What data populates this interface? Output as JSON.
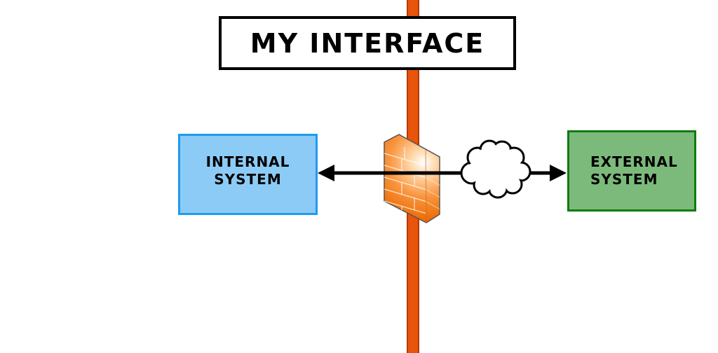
{
  "title_box": {
    "label": "MY INTERFACE"
  },
  "internal_system_box": {
    "line1": "INTERNAL",
    "line2": "SYSTEM"
  },
  "external_system_box": {
    "line1": "EXTERNAL",
    "line2": "SYSTEM"
  },
  "connection": {
    "type": "double-headed-arrow"
  },
  "icons": {
    "interface_bar": "vertical-interface-bar",
    "firewall": "firewall-icon",
    "cloud": "cloud-icon"
  },
  "colors": {
    "bar_fill": "#E8540C",
    "bar_edge": "#B03A04",
    "internal_fill": "#8DCBF7",
    "internal_border": "#1E9BF0",
    "external_fill": "#7CBA7C",
    "external_border": "#0E7C0E",
    "firewall_dark": "#ED6C05",
    "firewall_mid": "#F9953F",
    "firewall_light": "#FFFFFF",
    "arrow": "#000000",
    "cloud_fill": "#FFFFFF",
    "cloud_stroke": "#000000"
  }
}
